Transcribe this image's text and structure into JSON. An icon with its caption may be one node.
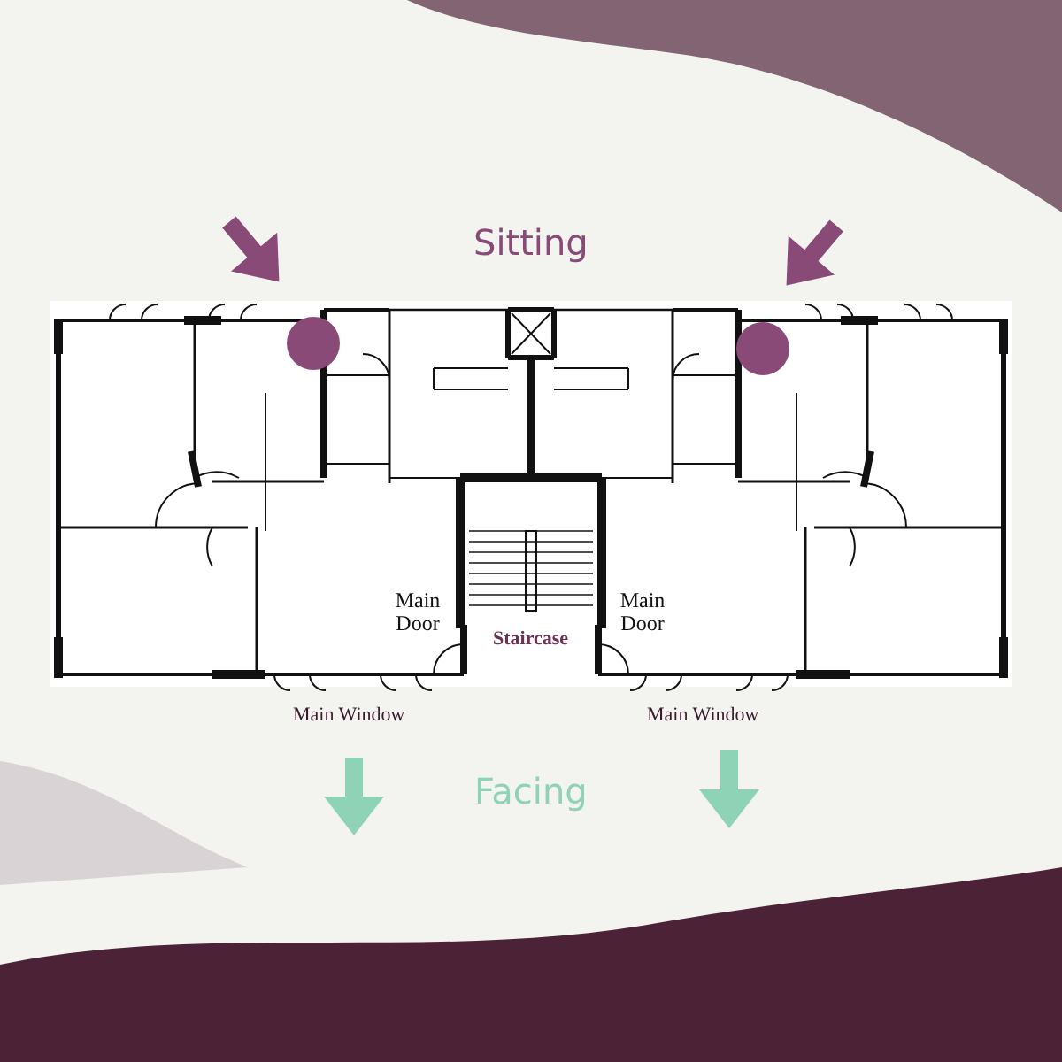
{
  "diagram": {
    "labels": [
      "Sitting",
      "Main Door",
      "Staircase",
      "Main Door",
      "Main Window",
      "Main Window",
      "Facing"
    ]
  }
}
